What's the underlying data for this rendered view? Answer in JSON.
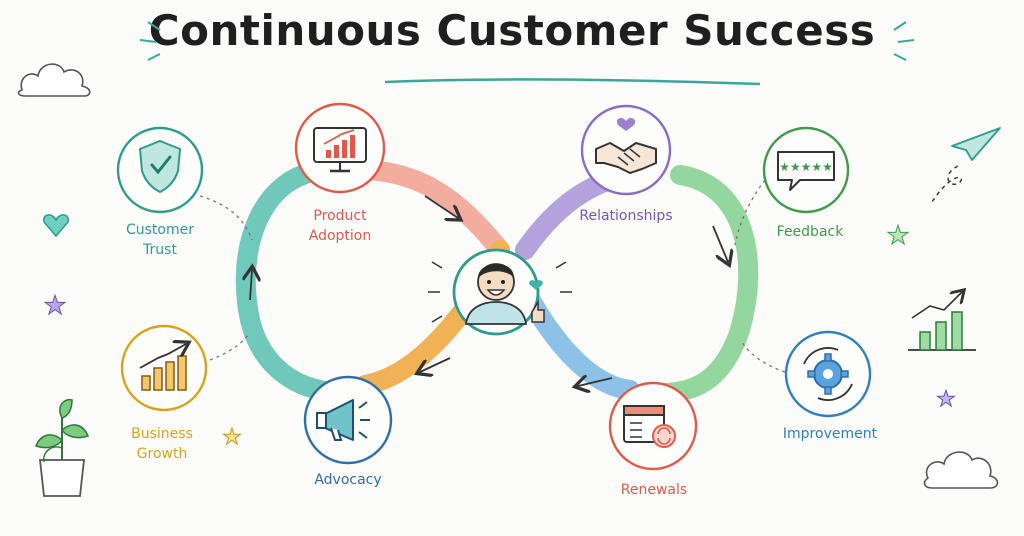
{
  "title": "Continuous Customer Success",
  "stages": {
    "product_adoption": {
      "line1": "Product",
      "line2": "Adoption",
      "color": "#e05a4a"
    },
    "relationships": {
      "label": "Relationships",
      "color": "#7a55b8"
    },
    "feedback": {
      "label": "Feedback",
      "color": "#3f9a4a"
    },
    "improvement": {
      "label": "Improvement",
      "color": "#2e7fc0"
    },
    "renewals": {
      "label": "Renewals",
      "color": "#e05a4a"
    },
    "advocacy": {
      "label": "Advocacy",
      "color": "#2f6fa8"
    },
    "business_growth": {
      "line1": "Business",
      "line2": "Growth",
      "color": "#d9a21b"
    },
    "customer_trust": {
      "line1": "Customer",
      "line2": "Trust",
      "color": "#2d9c8c"
    }
  },
  "icons": {
    "product_adoption": "monitor-chart-icon",
    "relationships": "handshake-icon",
    "feedback": "rating-speech-bubble-icon",
    "improvement": "gear-cycle-icon",
    "renewals": "calendar-renew-icon",
    "advocacy": "megaphone-icon",
    "business_growth": "growth-bars-icon",
    "customer_trust": "shield-check-icon",
    "center": "happy-customer-icon"
  },
  "colors": {
    "teal": "#3fb5a8",
    "salmon": "#f08a7a",
    "purple": "#9b86cf",
    "green": "#7fcf8a",
    "blue": "#74b3e0",
    "orange": "#f1a638"
  }
}
